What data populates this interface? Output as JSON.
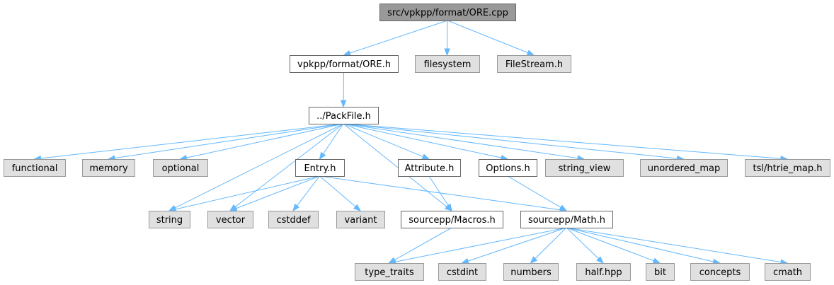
{
  "graph": {
    "nodes": [
      {
        "id": "ore_cpp",
        "label": "src/vpkpp/format/ORE.cpp",
        "kind": "root"
      },
      {
        "id": "ore_h",
        "label": "vpkpp/format/ORE.h",
        "kind": "local"
      },
      {
        "id": "filesystem",
        "label": "filesystem",
        "kind": "external"
      },
      {
        "id": "filestream",
        "label": "FileStream.h",
        "kind": "external"
      },
      {
        "id": "packfile",
        "label": "../PackFile.h",
        "kind": "local"
      },
      {
        "id": "functional",
        "label": "functional",
        "kind": "external"
      },
      {
        "id": "memory",
        "label": "memory",
        "kind": "external"
      },
      {
        "id": "optional",
        "label": "optional",
        "kind": "external"
      },
      {
        "id": "entry",
        "label": "Entry.h",
        "kind": "local"
      },
      {
        "id": "attribute",
        "label": "Attribute.h",
        "kind": "local"
      },
      {
        "id": "options",
        "label": "Options.h",
        "kind": "local"
      },
      {
        "id": "string_view",
        "label": "string_view",
        "kind": "external"
      },
      {
        "id": "unordered_map",
        "label": "unordered_map",
        "kind": "external"
      },
      {
        "id": "htrie",
        "label": "tsl/htrie_map.h",
        "kind": "external"
      },
      {
        "id": "string",
        "label": "string",
        "kind": "external"
      },
      {
        "id": "vector",
        "label": "vector",
        "kind": "external"
      },
      {
        "id": "cstddef",
        "label": "cstddef",
        "kind": "external"
      },
      {
        "id": "variant",
        "label": "variant",
        "kind": "external"
      },
      {
        "id": "macros",
        "label": "sourcepp/Macros.h",
        "kind": "local"
      },
      {
        "id": "math",
        "label": "sourcepp/Math.h",
        "kind": "local"
      },
      {
        "id": "type_traits",
        "label": "type_traits",
        "kind": "external"
      },
      {
        "id": "cstdint",
        "label": "cstdint",
        "kind": "external"
      },
      {
        "id": "numbers",
        "label": "numbers",
        "kind": "external"
      },
      {
        "id": "half",
        "label": "half.hpp",
        "kind": "external"
      },
      {
        "id": "bit",
        "label": "bit",
        "kind": "external"
      },
      {
        "id": "concepts",
        "label": "concepts",
        "kind": "external"
      },
      {
        "id": "cmath",
        "label": "cmath",
        "kind": "external"
      }
    ],
    "edges": [
      {
        "from": "ore_cpp",
        "to": "ore_h"
      },
      {
        "from": "ore_cpp",
        "to": "filesystem"
      },
      {
        "from": "ore_cpp",
        "to": "filestream"
      },
      {
        "from": "ore_h",
        "to": "packfile"
      },
      {
        "from": "packfile",
        "to": "functional"
      },
      {
        "from": "packfile",
        "to": "memory"
      },
      {
        "from": "packfile",
        "to": "optional"
      },
      {
        "from": "packfile",
        "to": "string"
      },
      {
        "from": "packfile",
        "to": "vector"
      },
      {
        "from": "packfile",
        "to": "entry"
      },
      {
        "from": "packfile",
        "to": "macros"
      },
      {
        "from": "packfile",
        "to": "attribute"
      },
      {
        "from": "packfile",
        "to": "options"
      },
      {
        "from": "packfile",
        "to": "string_view"
      },
      {
        "from": "packfile",
        "to": "unordered_map"
      },
      {
        "from": "packfile",
        "to": "htrie"
      },
      {
        "from": "entry",
        "to": "string"
      },
      {
        "from": "entry",
        "to": "vector"
      },
      {
        "from": "entry",
        "to": "cstddef"
      },
      {
        "from": "entry",
        "to": "variant"
      },
      {
        "from": "entry",
        "to": "math"
      },
      {
        "from": "attribute",
        "to": "macros"
      },
      {
        "from": "options",
        "to": "math"
      },
      {
        "from": "macros",
        "to": "type_traits"
      },
      {
        "from": "math",
        "to": "type_traits"
      },
      {
        "from": "math",
        "to": "cstdint"
      },
      {
        "from": "math",
        "to": "numbers"
      },
      {
        "from": "math",
        "to": "half"
      },
      {
        "from": "math",
        "to": "bit"
      },
      {
        "from": "math",
        "to": "concepts"
      },
      {
        "from": "math",
        "to": "cmath"
      }
    ]
  }
}
